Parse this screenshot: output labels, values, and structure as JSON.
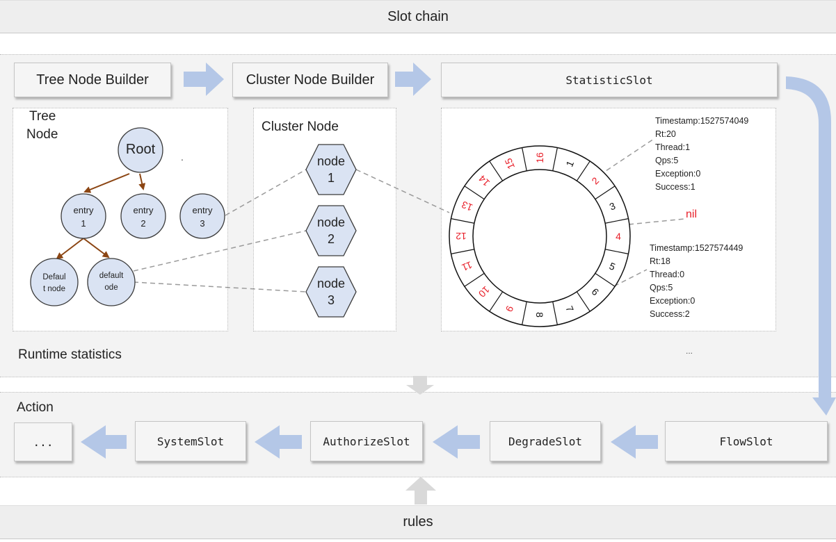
{
  "header": {
    "title": "Slot chain"
  },
  "builders": {
    "tree_node_builder": "Tree Node Builder",
    "cluster_node_builder": "Cluster Node Builder",
    "statistic_slot": "StatisticSlot"
  },
  "tree_node": {
    "title_line1": "Tree",
    "title_line2": "Node",
    "dot": ".",
    "root": "Root",
    "entry1": [
      "entry",
      "1"
    ],
    "entry2": [
      "entry",
      "2"
    ],
    "entry3": [
      "entry",
      "3"
    ],
    "default_node_a": [
      "Defaul",
      "t node"
    ],
    "default_node_b": [
      "default",
      "ode"
    ]
  },
  "cluster_node": {
    "title": "Cluster Node",
    "nodes": [
      [
        "node",
        "1"
      ],
      [
        "node",
        "2"
      ],
      [
        "node",
        "3"
      ]
    ]
  },
  "ring": {
    "segments": [
      {
        "label": "1",
        "red": false
      },
      {
        "label": "2",
        "red": true
      },
      {
        "label": "3",
        "red": false
      },
      {
        "label": "4",
        "red": true
      },
      {
        "label": "5",
        "red": false
      },
      {
        "label": "6",
        "red": false
      },
      {
        "label": "7",
        "red": false
      },
      {
        "label": "8",
        "red": false
      },
      {
        "label": "9",
        "red": true
      },
      {
        "label": "10",
        "red": true
      },
      {
        "label": "11",
        "red": true
      },
      {
        "label": "12",
        "red": true
      },
      {
        "label": "13",
        "red": true
      },
      {
        "label": "14",
        "red": true
      },
      {
        "label": "15",
        "red": true
      },
      {
        "label": "16",
        "red": true
      }
    ],
    "red_color": "#e8202a",
    "nil_label": "nil",
    "ellipsis": "..."
  },
  "stats_top": [
    "Timestamp:1527574049",
    "Rt:20",
    "Thread:1",
    "Qps:5",
    "Exception:0",
    "Success:1"
  ],
  "stats_bottom": [
    "Timestamp:1527574449",
    "Rt:18",
    "Thread:0",
    "Qps:5",
    "Exception:0",
    "Success:2"
  ],
  "runtime_label": "Runtime statistics",
  "action": {
    "title": "Action",
    "ellipsis": "...",
    "system_slot": "SystemSlot",
    "authorize_slot": "AuthorizeSlot",
    "degrade_slot": "DegradeSlot",
    "flow_slot": "FlowSlot"
  },
  "footer": {
    "title": "rules"
  },
  "colors": {
    "arrow_blue": "#b4c7e7",
    "arrow_gray": "#d9d9d9",
    "node_fill": "#dae3f3",
    "tree_edge": "#8b4513",
    "panel_bg": "#f3f3f3"
  }
}
